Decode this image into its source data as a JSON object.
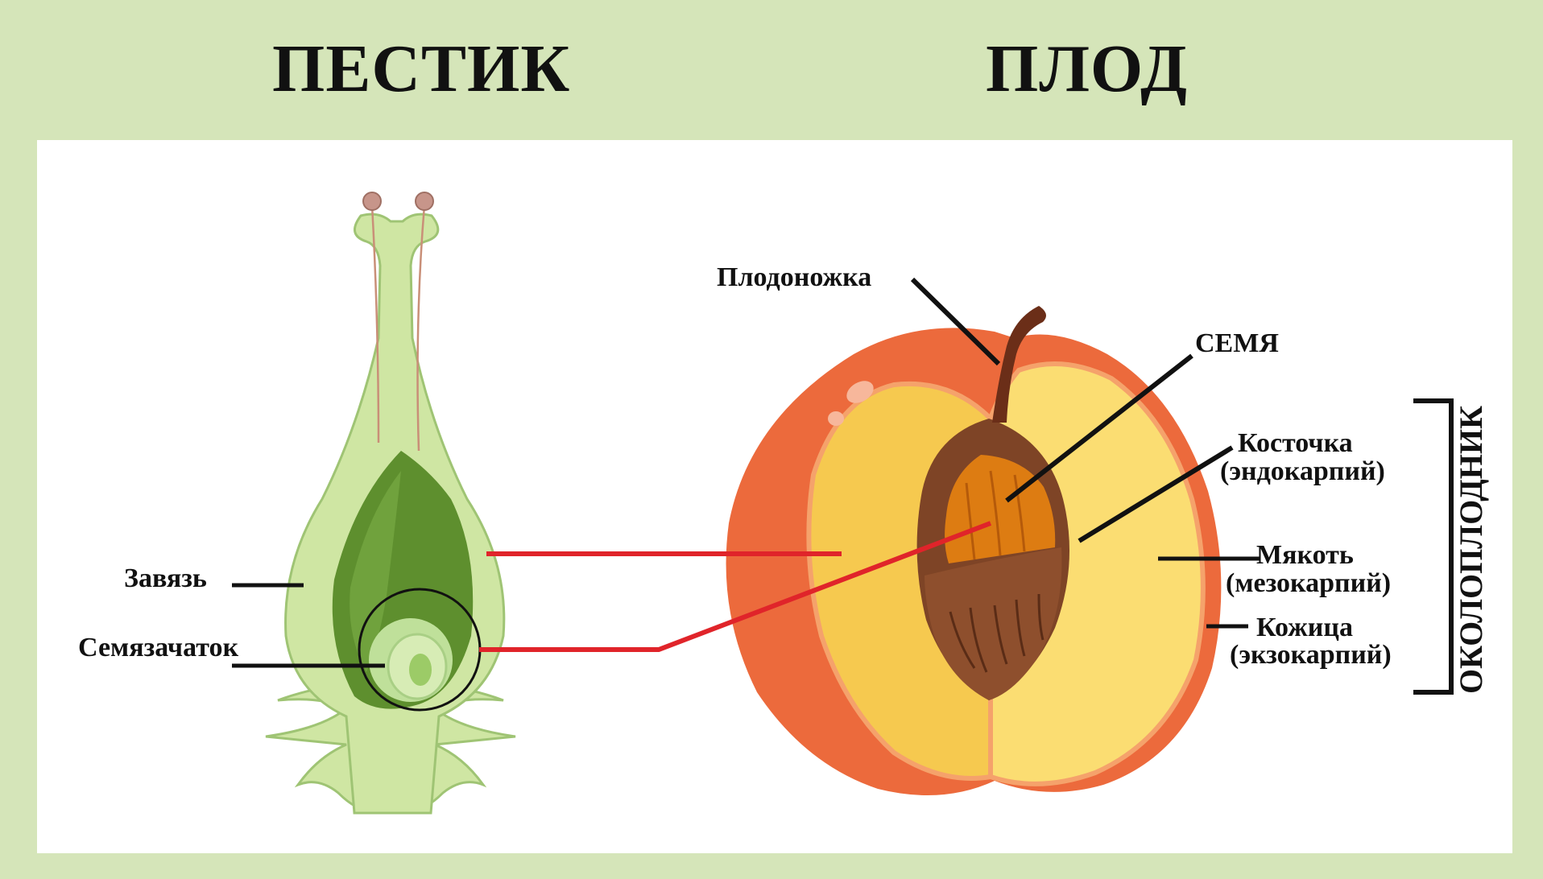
{
  "titles": {
    "left": "ПЕСТИК",
    "right": "ПЛОД"
  },
  "pistil_labels": {
    "ovary": "Завязь",
    "ovule": "Семязачаток"
  },
  "fruit_labels": {
    "stalk": "Плодоножка",
    "seed": "СЕМЯ",
    "stone_1": "Косточка",
    "stone_2": "(эндокарпий)",
    "pulp_1": "Мякоть",
    "pulp_2": "(мезокарпий)",
    "skin_1": "Кожица",
    "skin_2": "(экзокарпий)",
    "pericarp": "ОКОЛОПЛОДНИК"
  },
  "colors": {
    "background": "#d5e5b9",
    "panel": "#ffffff",
    "pistil_light": "#cfe6a3",
    "pistil_outline": "#9fc474",
    "pistil_dark": "#5e8f2e",
    "connector": "#e0242a",
    "peach_skin": "#ec6a3c",
    "peach_flesh": "#f6c94f",
    "peach_flesh_light": "#fbdd72",
    "stone": "#7e4426",
    "seed": "#dd7c12",
    "stem": "#6b2e18"
  }
}
